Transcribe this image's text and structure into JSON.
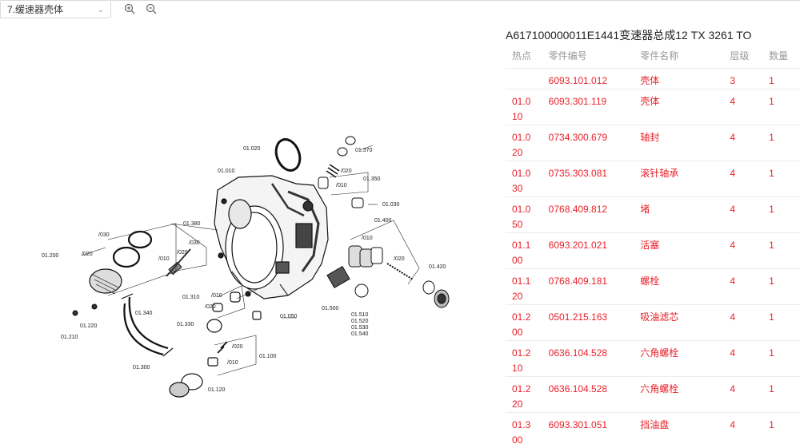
{
  "toolbar": {
    "select_value": "7.缓速器壳体",
    "zoom_in_icon": "zoom-in-icon",
    "zoom_out_icon": "zoom-out-icon"
  },
  "diagram": {
    "labels": [
      "01.020",
      "01.010",
      "01.370",
      "/020",
      "/010",
      "01.350",
      "01.030",
      "01.400",
      "/010",
      "/020",
      "01.420",
      "01.380",
      "/020",
      "/030",
      "/010",
      "/030",
      "/020",
      "01.200",
      "01.310",
      "/010",
      "/020",
      "01.330",
      "01.340",
      "01.050",
      "01.500",
      "01.510",
      "01.520",
      "01.530",
      "01.540",
      "01.210",
      "01.220",
      "01.300",
      "/020",
      "/010",
      "01.100",
      "01.120"
    ]
  },
  "panel": {
    "title": "A617100000011E1441变速器总成12 TX 3261 TO",
    "headers": [
      "热点",
      "零件编号",
      "零件名称",
      "层级",
      "数量"
    ],
    "rows": [
      {
        "hot": "",
        "part": "6093.101.012",
        "name": "壳体",
        "level": "3",
        "qty": "1"
      },
      {
        "hot": "01.010",
        "part": "6093.301.119",
        "name": "壳体",
        "level": "4",
        "qty": "1"
      },
      {
        "hot": "01.020",
        "part": "0734.300.679",
        "name": "轴封",
        "level": "4",
        "qty": "1"
      },
      {
        "hot": "01.030",
        "part": "0735.303.081",
        "name": "滚针轴承",
        "level": "4",
        "qty": "1"
      },
      {
        "hot": "01.050",
        "part": "0768.409.812",
        "name": "堵",
        "level": "4",
        "qty": "1"
      },
      {
        "hot": "01.100",
        "part": "6093.201.021",
        "name": "活塞",
        "level": "4",
        "qty": "1"
      },
      {
        "hot": "01.120",
        "part": "0768.409.181",
        "name": "螺栓",
        "level": "4",
        "qty": "1"
      },
      {
        "hot": "01.200",
        "part": "0501.215.163",
        "name": "吸油滤芯",
        "level": "4",
        "qty": "1"
      },
      {
        "hot": "01.210",
        "part": "0636.104.528",
        "name": "六角螺栓",
        "level": "4",
        "qty": "1"
      },
      {
        "hot": "01.220",
        "part": "0636.104.528",
        "name": "六角螺栓",
        "level": "4",
        "qty": "1"
      },
      {
        "hot": "01.300",
        "part": "6093.301.051",
        "name": "挡油盘",
        "level": "4",
        "qty": "1"
      }
    ]
  },
  "colors": {
    "accent": "#e8202a",
    "header_text": "#999999",
    "border": "#d9d9d9"
  }
}
